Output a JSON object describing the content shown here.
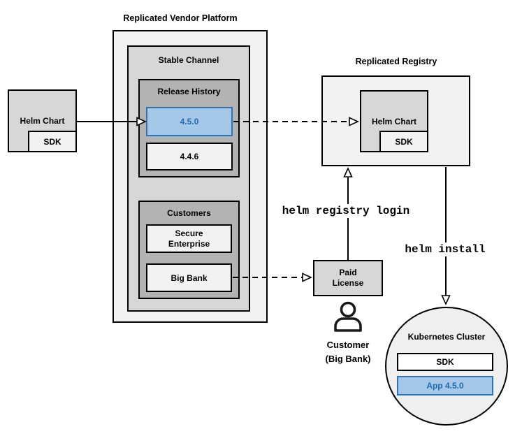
{
  "vendor": {
    "title": "Replicated Vendor Platform",
    "stable": {
      "title": "Stable Channel"
    },
    "release_history": {
      "title": "Release History",
      "releases": [
        {
          "version": "4.5.0",
          "highlighted": true
        },
        {
          "version": "4.4.6",
          "highlighted": false
        }
      ]
    },
    "customers": {
      "title": "Customers",
      "items": [
        "Secure Enterprise",
        "Big Bank"
      ]
    }
  },
  "source": {
    "helm_chart": "Helm Chart",
    "sdk": "SDK"
  },
  "registry": {
    "title": "Replicated Registry",
    "helm_chart": "Helm Chart",
    "sdk": "SDK"
  },
  "license": {
    "label": "Paid License",
    "customer_line1": "Customer",
    "customer_line2": "(Big Bank)"
  },
  "cluster": {
    "title": "Kubernetes Cluster",
    "sdk": "SDK",
    "app": "App 4.5.0"
  },
  "commands": {
    "registry_login": "helm registry login",
    "install": "helm install"
  },
  "icons": [
    "person-icon",
    "arrow-icon"
  ],
  "colors": {
    "highlight_fill": "#a5c8e9",
    "highlight_border": "#2e75b6",
    "highlight_text": "#1e6bb0",
    "container_light": "#f2f2f2",
    "container_mid": "#d7d7d7",
    "container_dark": "#b3b3b3",
    "line": "#000000"
  }
}
